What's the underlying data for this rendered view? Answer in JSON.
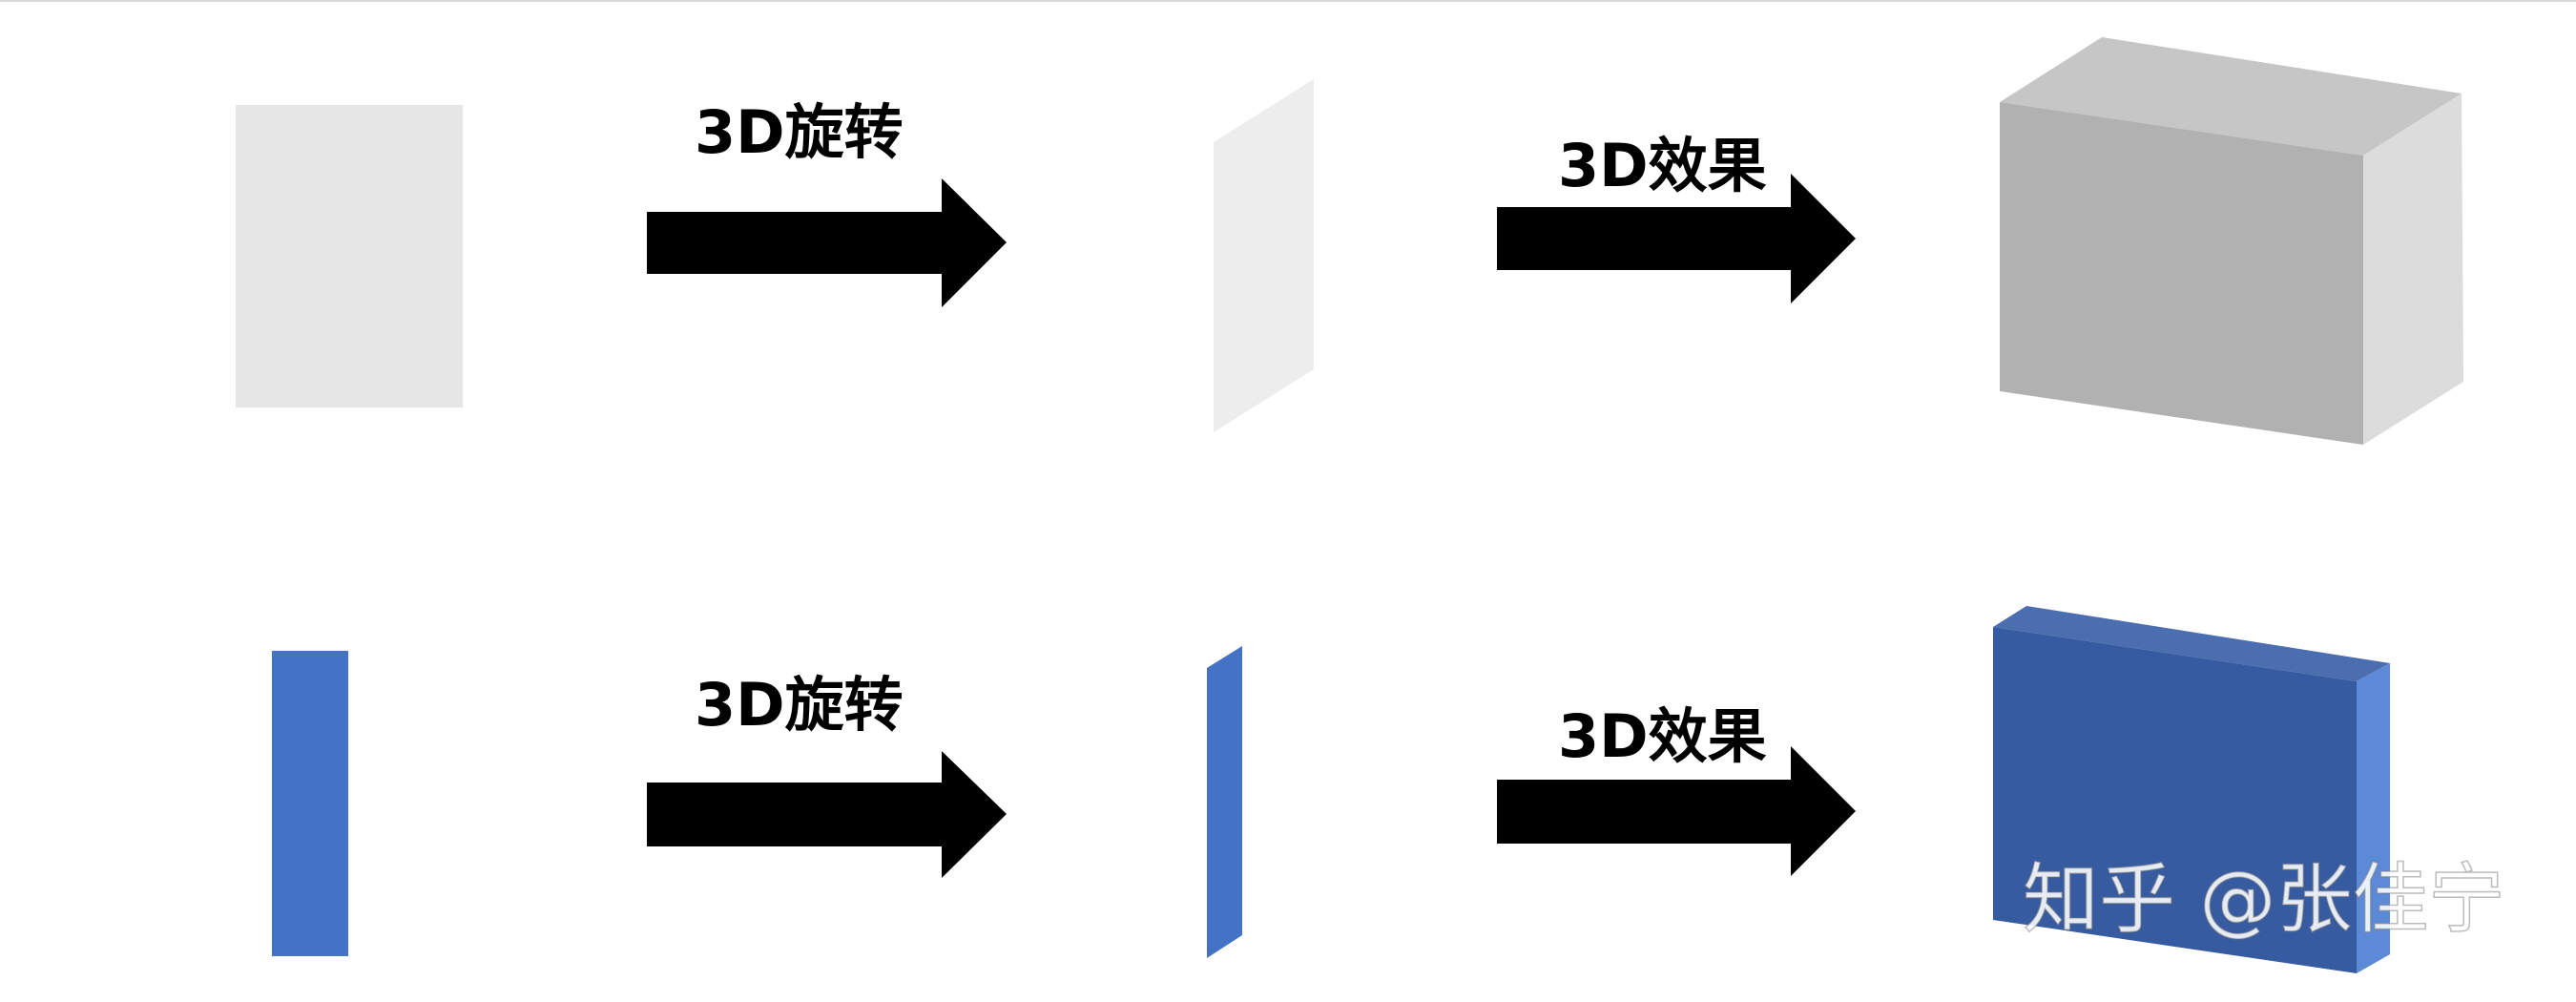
{
  "rows": [
    {
      "id": "gray",
      "rotate_label": "3D旋转",
      "effect_label": "3D效果",
      "colors": {
        "flat": "#e6e6e6",
        "rotated": "#ededed",
        "front": "#b1b1b1",
        "top": "#c6c6c6",
        "side": "#dcdcdc"
      }
    },
    {
      "id": "blue",
      "rotate_label": "3D旋转",
      "effect_label": "3D效果",
      "colors": {
        "flat": "#4472c4",
        "rotated": "#4472c4",
        "front": "#365ba0",
        "top": "#4b6eb0",
        "side": "#5c8ad6"
      }
    }
  ],
  "arrow_color": "#000000",
  "watermark": "知乎 @张佳宁"
}
